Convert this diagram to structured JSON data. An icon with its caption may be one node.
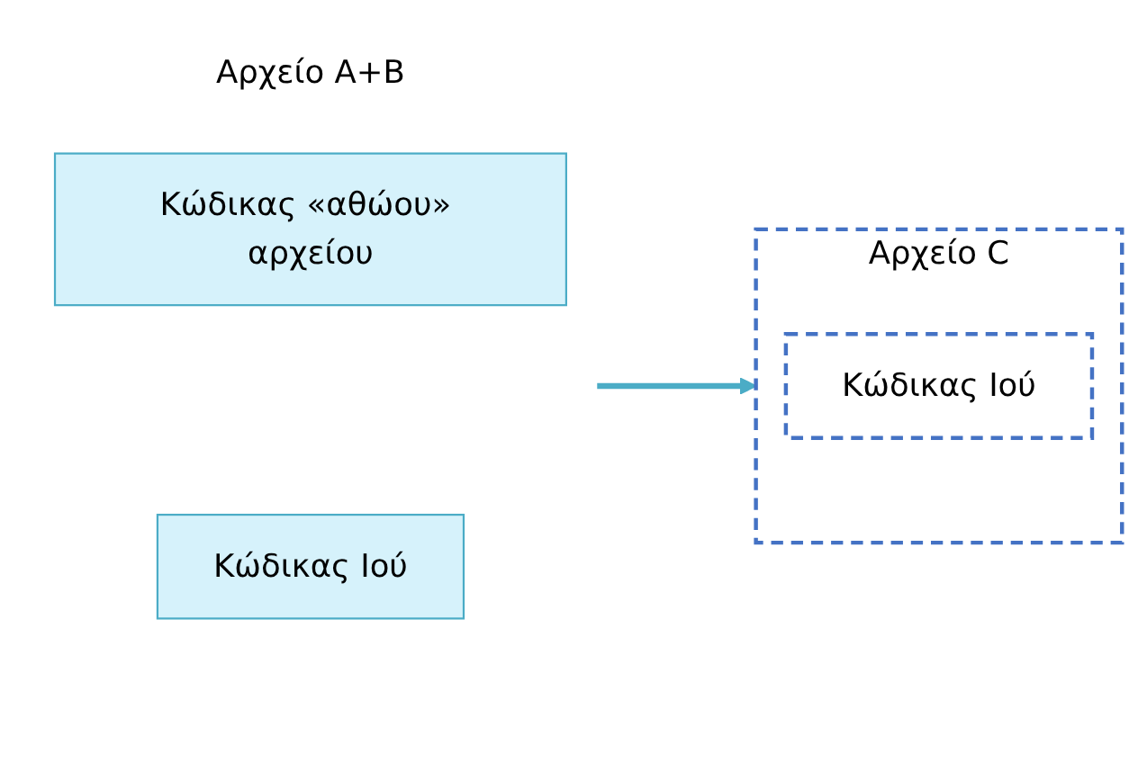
{
  "diagram": {
    "nodes": [
      {
        "text": [
          "Αρχείο A+B"
        ]
      },
      {
        "text": [
          "Κώδικας «αθώου» αρχείου"
        ],
        "in": 0
      },
      {
        "text": [
          "Κώδικας Ιού"
        ],
        "in": 0
      },
      {
        "text": [
          "Αρχείο C"
        ]
      },
      {
        "text": [
          "Κώδικας Ιού"
        ],
        "in": 3
      }
    ],
    "edges": [
      {
        "from": 0,
        "to": 3,
        "arrow": "to",
        "color": "#4bacc6"
      }
    ]
  }
}
